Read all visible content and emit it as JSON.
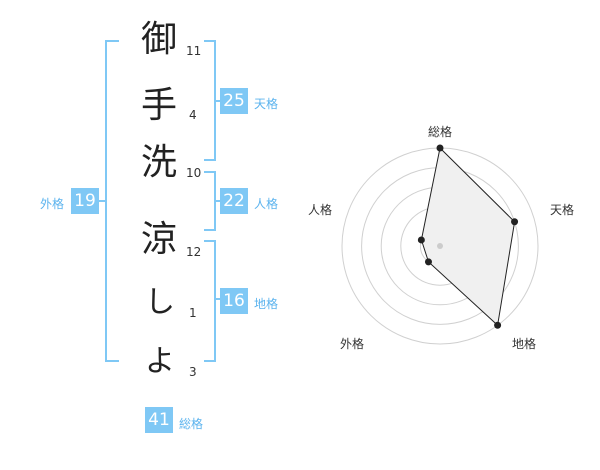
{
  "name": {
    "chars": [
      {
        "char": "御",
        "strokes": "11"
      },
      {
        "char": "手",
        "strokes": "4"
      },
      {
        "char": "洗",
        "strokes": "10"
      },
      {
        "char": "涼",
        "strokes": "12"
      },
      {
        "char": "し",
        "strokes": "1"
      },
      {
        "char": "よ",
        "strokes": "3"
      }
    ]
  },
  "scores": {
    "tenkaku": {
      "label": "天格",
      "value": "25"
    },
    "jinkaku": {
      "label": "人格",
      "value": "22"
    },
    "chikaku": {
      "label": "地格",
      "value": "16"
    },
    "gaikaku": {
      "label": "外格",
      "value": "19"
    },
    "soukaku": {
      "label": "総格",
      "value": "41"
    }
  },
  "colors": {
    "accent": "#7fc8f5",
    "accent_text": "#5bb3ee"
  },
  "chart_data": {
    "type": "radar",
    "axes": [
      "総格",
      "天格",
      "地格",
      "外格",
      "人格"
    ],
    "values": [
      5,
      4,
      5,
      1,
      1
    ],
    "max": 5
  }
}
